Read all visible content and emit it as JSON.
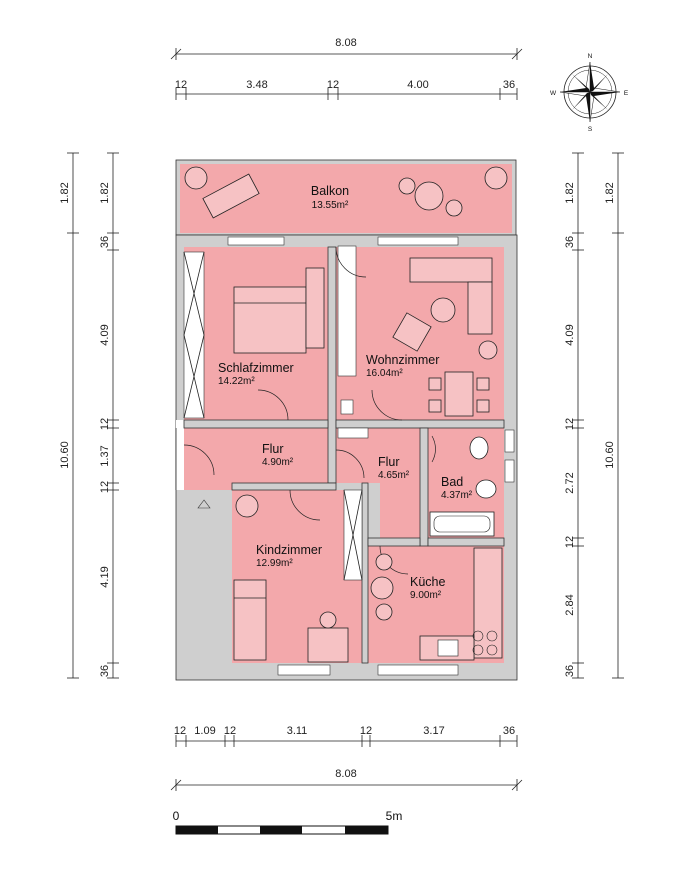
{
  "dimensions": {
    "top_total": "8.08",
    "top_segments": [
      "12",
      "3.48",
      "12",
      "4.00",
      "36"
    ],
    "bottom_segments": [
      "12",
      "1.09",
      "12",
      "3.11",
      "12",
      "3.17",
      "36"
    ],
    "bottom_total": "8.08",
    "left_total_upper": "1.82",
    "left_total": "10.60",
    "left_segments": [
      "1.82",
      "36",
      "4.09",
      "12",
      "1.37",
      "12",
      "4.19",
      "36"
    ],
    "right_segments": [
      "1.82",
      "36",
      "4.09",
      "12",
      "2.72",
      "12",
      "2.84",
      "36"
    ],
    "right_total_upper": "1.82",
    "right_total": "10.60"
  },
  "rooms": {
    "balkon": {
      "name": "Balkon",
      "area": "13.55m²"
    },
    "schlafzimmer": {
      "name": "Schlafzimmer",
      "area": "14.22m²"
    },
    "wohnzimmer": {
      "name": "Wohnzimmer",
      "area": "16.04m²"
    },
    "flur1": {
      "name": "Flur",
      "area": "4.90m²"
    },
    "flur2": {
      "name": "Flur",
      "area": "4.65m²"
    },
    "bad": {
      "name": "Bad",
      "area": "4.37m²"
    },
    "kindzimmer": {
      "name": "Kindzimmer",
      "area": "12.99m²"
    },
    "kueche": {
      "name": "Küche",
      "area": "9.00m²"
    }
  },
  "compass": {
    "n": "N",
    "e": "E",
    "s": "S",
    "w": "W"
  },
  "scale": {
    "start": "0",
    "end": "5m"
  },
  "colors": {
    "room_fill": "#f3a8ab",
    "wall": "#cfcfcf",
    "furniture": "#f6c2c4"
  }
}
